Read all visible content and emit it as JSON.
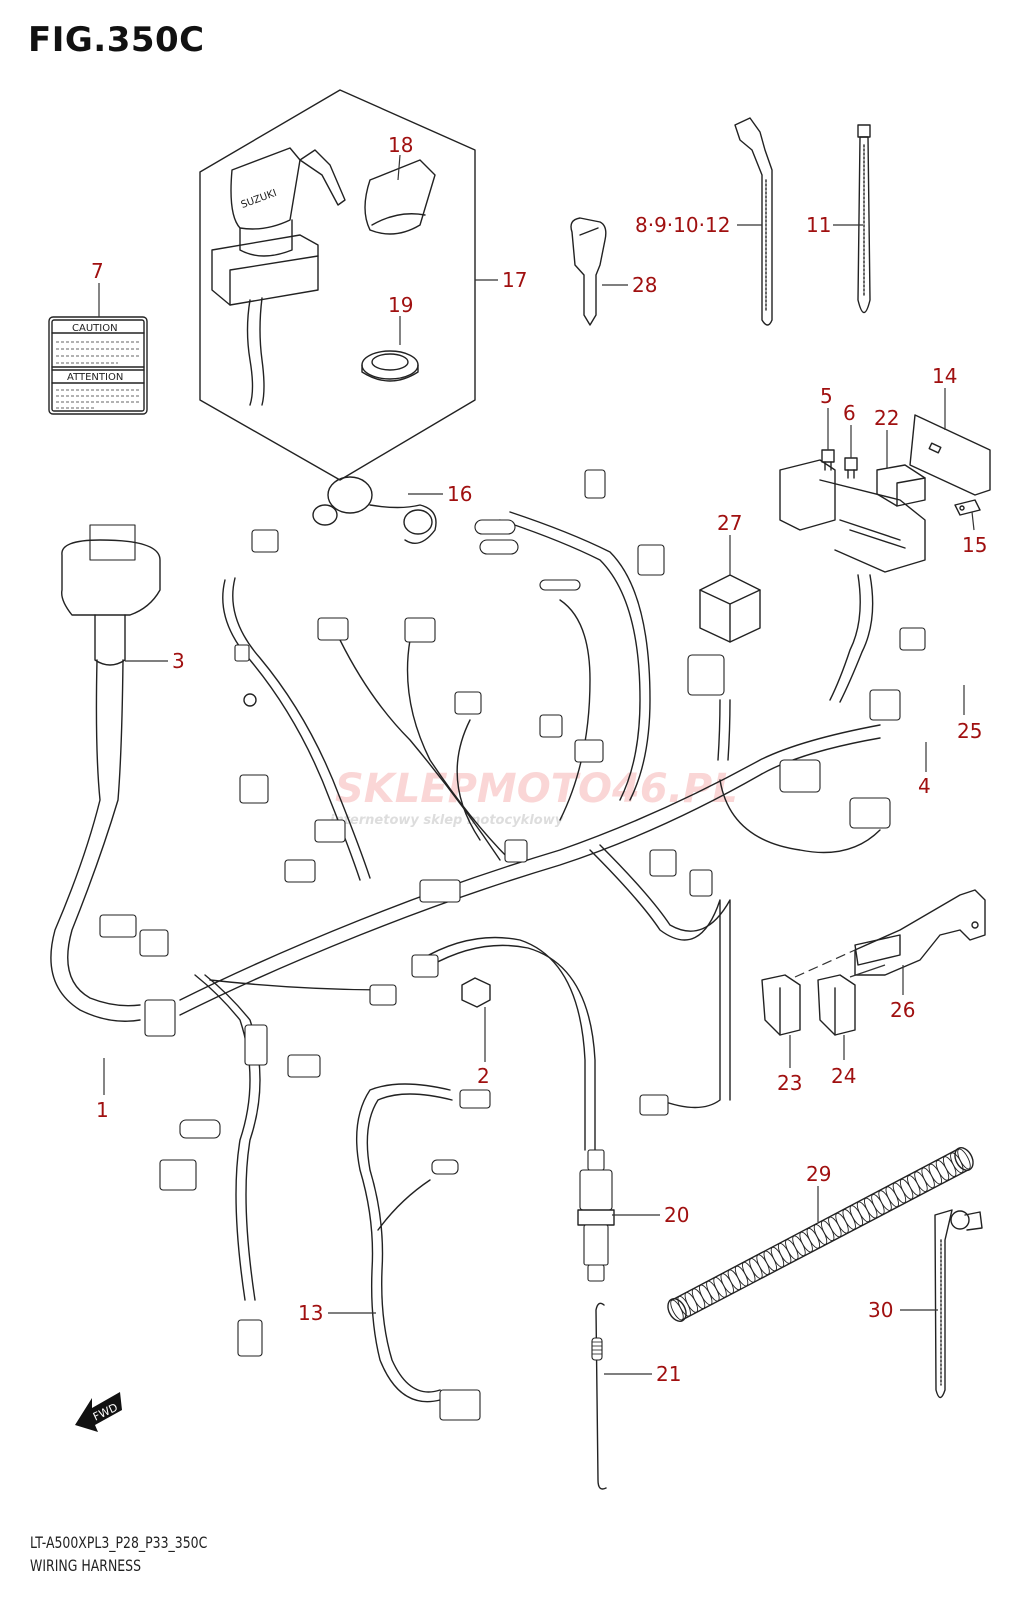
{
  "figure": {
    "title": "FIG.350C",
    "model_code": "LT-A500XPL3_P28_P33_350C",
    "name": "WIRING HARNESS"
  },
  "colors": {
    "callout": "#a01010",
    "line": "#222222",
    "background": "#ffffff"
  },
  "watermark": {
    "main": "SKLEPMOTO46.PL",
    "sub": "internetowy sklep motocyklowy"
  },
  "fwd_label": "FWD",
  "caution_label": {
    "top": "CAUTION",
    "bottom": "ATTENTION"
  },
  "brand_text": "SUZUKI",
  "callouts": [
    {
      "id": "1",
      "label": "1",
      "part": "wiring-harness-main"
    },
    {
      "id": "2",
      "label": "2",
      "part": "connector-cap"
    },
    {
      "id": "3",
      "label": "3",
      "part": "harness-with-boot"
    },
    {
      "id": "4",
      "label": "4",
      "part": "coupler"
    },
    {
      "id": "5",
      "label": "5",
      "part": "fuse"
    },
    {
      "id": "6",
      "label": "6",
      "part": "fuse"
    },
    {
      "id": "7",
      "label": "7",
      "part": "caution-label"
    },
    {
      "id": "8-12",
      "label": "8·9·10·12",
      "part": "cable-tie"
    },
    {
      "id": "11",
      "label": "11",
      "part": "cable-tie-long"
    },
    {
      "id": "13",
      "label": "13",
      "part": "sub-harness"
    },
    {
      "id": "14",
      "label": "14",
      "part": "bracket"
    },
    {
      "id": "15",
      "label": "15",
      "part": "clamp"
    },
    {
      "id": "16",
      "label": "16",
      "part": "socket"
    },
    {
      "id": "17",
      "label": "17",
      "part": "ignition-switch-assy"
    },
    {
      "id": "18",
      "label": "18",
      "part": "switch-cover"
    },
    {
      "id": "19",
      "label": "19",
      "part": "nut-ring"
    },
    {
      "id": "20",
      "label": "20",
      "part": "sensor"
    },
    {
      "id": "21",
      "label": "21",
      "part": "spring-clip"
    },
    {
      "id": "22",
      "label": "22",
      "part": "relay"
    },
    {
      "id": "23",
      "label": "23",
      "part": "relay-holder"
    },
    {
      "id": "24",
      "label": "24",
      "part": "relay-holder"
    },
    {
      "id": "25",
      "label": "25",
      "part": "coupler"
    },
    {
      "id": "26",
      "label": "26",
      "part": "bracket-plate"
    },
    {
      "id": "27",
      "label": "27",
      "part": "relay-box"
    },
    {
      "id": "28",
      "label": "28",
      "part": "key-blank"
    },
    {
      "id": "29",
      "label": "29",
      "part": "corrugated-tube"
    },
    {
      "id": "30",
      "label": "30",
      "part": "clip-tie"
    }
  ]
}
